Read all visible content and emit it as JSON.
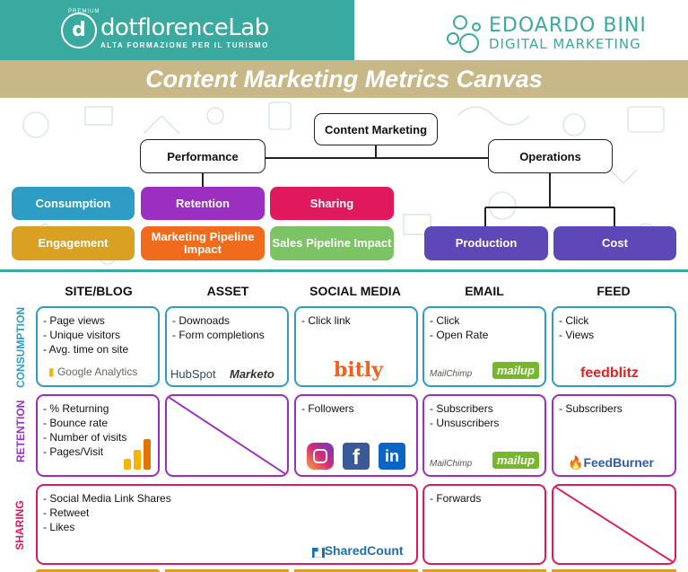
{
  "header": {
    "logo_initial": "d",
    "logo_premium": "PREMIUM",
    "logo_name": "dotflorenceLab",
    "logo_tagline": "ALTA FORMAZIONE PER IL TURISMO",
    "author_name": "EDOARDO BINI",
    "author_subtitle": "DIGITAL MARKETING",
    "title": "Content Marketing Metrics Canvas"
  },
  "tree": {
    "root": "Content Marketing",
    "performance": "Performance",
    "operations": "Operations",
    "consumption": "Consumption",
    "retention": "Retention",
    "sharing": "Sharing",
    "engagement": "Engagement",
    "marketing_pipeline": "Marketing Pipeline Impact",
    "sales_pipeline": "Sales Pipeline Impact",
    "production": "Production",
    "cost": "Cost"
  },
  "columns": [
    "SITE/BLOG",
    "ASSET",
    "SOCIAL MEDIA",
    "EMAIL",
    "FEED"
  ],
  "rows": [
    "CONSUMPTION",
    "RETENTION",
    "SHARING"
  ],
  "cells": {
    "consumption": {
      "site": [
        "- Page views",
        "- Unique visitors",
        "- Avg. time on site"
      ],
      "asset": [
        "- Downoads",
        "- Form completions"
      ],
      "social": [
        "- Click link"
      ],
      "email": [
        "- Click",
        "- Open Rate"
      ],
      "feed": [
        "- Click",
        "- Views"
      ]
    },
    "retention": {
      "site": [
        "- % Returning",
        "- Bounce rate",
        "- Number of visits",
        "- Pages/Visit"
      ],
      "social": [
        "- Followers"
      ],
      "email": [
        "- Subscribers",
        "- Unsuscribers"
      ],
      "feed": [
        "- Subscribers"
      ]
    },
    "sharing": {
      "site": [
        "- Social Media Link Shares",
        "- Retweet",
        "- Likes"
      ],
      "email": [
        "- Forwards"
      ]
    }
  },
  "brands": {
    "google_analytics": "Google Analytics",
    "hubspot": "HubSpot",
    "marketo": "Marketo",
    "bitly": "bitly",
    "mailchimp": "MailChimp",
    "mailup": "mailup",
    "feedblitz": "feedblitz",
    "feedburner": "FeedBurner",
    "sharedcount": "SharedCount"
  },
  "colors": {
    "teal": "#3aa99f",
    "khaki": "#c9b887",
    "blue": "#2d9dc5",
    "purple": "#9b2fc1",
    "pink": "#e0195f",
    "gold": "#d9a021",
    "orange": "#f06b1c",
    "green": "#7cc463",
    "indigo": "#5e48b8"
  }
}
